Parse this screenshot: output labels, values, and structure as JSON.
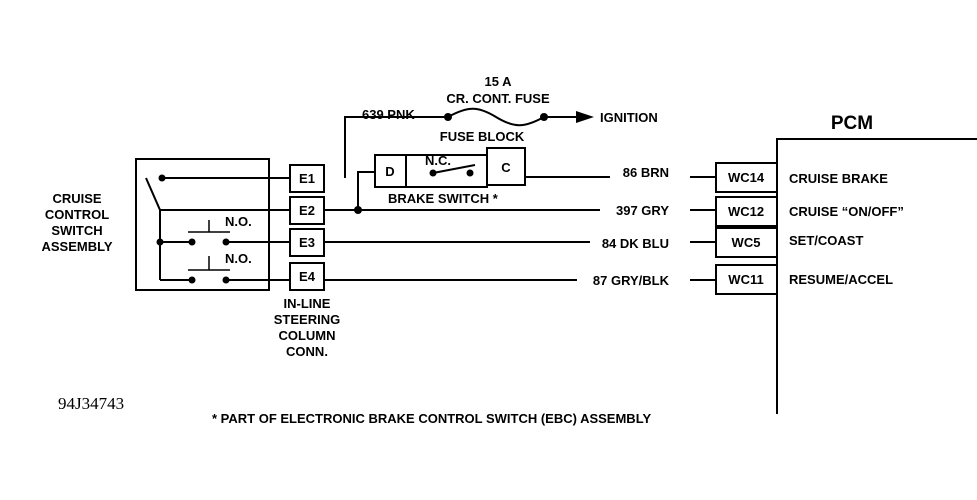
{
  "labels": {
    "fuse_amps": "15 A",
    "fuse_name": "CR. CONT. FUSE",
    "ignition": "IGNITION",
    "wire_639": "639 PNK",
    "fuse_block": "FUSE BLOCK",
    "pcm": "PCM",
    "switch_assembly": [
      "CRUISE",
      "CONTROL",
      "SWITCH",
      "ASSEMBLY"
    ],
    "no_contact": "N.O.",
    "nc_contact": "N.C.",
    "brake_switch": "BRAKE SWITCH *",
    "steering_conn": [
      "IN-LINE",
      "STEERING",
      "COLUMN",
      "CONN."
    ],
    "footnote": "* PART OF ELECTRONIC BRAKE CONTROL SWITCH (EBC) ASSEMBLY",
    "figure_id": "94J34743"
  },
  "brake_switch_terminals": {
    "left": "D",
    "right": "C"
  },
  "connectors": [
    "E1",
    "E2",
    "E3",
    "E4"
  ],
  "circuits": [
    {
      "wire": "86 BRN",
      "pin": "WC14",
      "function": "CRUISE BRAKE"
    },
    {
      "wire": "397 GRY",
      "pin": "WC12",
      "function": "CRUISE “ON/OFF”"
    },
    {
      "wire": "84 DK BLU",
      "pin": "WC5",
      "function": "SET/COAST"
    },
    {
      "wire": "87 GRY/BLK",
      "pin": "WC11",
      "function": "RESUME/ACCEL"
    }
  ]
}
